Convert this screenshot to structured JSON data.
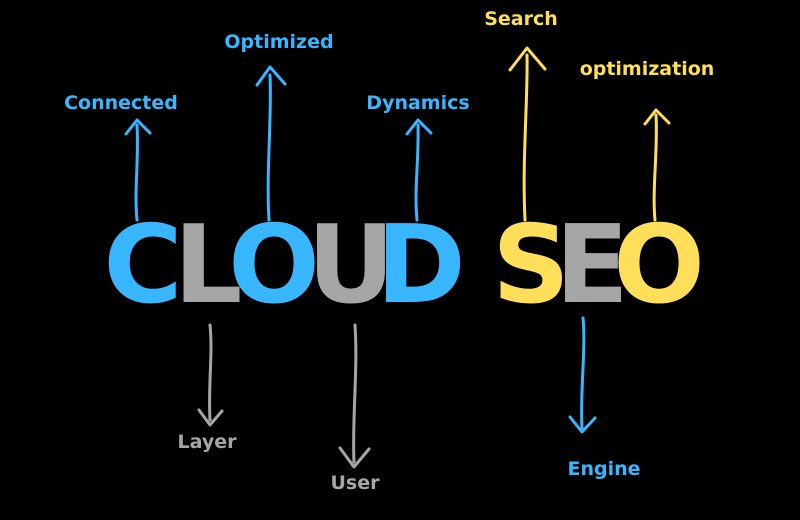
{
  "colors": {
    "background": "#000000",
    "blue": "#38b6ff",
    "gray": "#a6a6a6",
    "yellow": "#ffde59"
  },
  "title": {
    "letters": [
      {
        "char": "C",
        "color": "blue"
      },
      {
        "char": "L",
        "color": "gray"
      },
      {
        "char": "O",
        "color": "blue"
      },
      {
        "char": "U",
        "color": "gray"
      },
      {
        "char": "D",
        "color": "blue"
      },
      {
        "char": "S",
        "color": "yellow"
      },
      {
        "char": "E",
        "color": "gray"
      },
      {
        "char": "O",
        "color": "yellow"
      }
    ]
  },
  "labels": {
    "connected": "Connected",
    "optimized": "Optimized",
    "dynamics": "Dynamics",
    "search": "Search",
    "optimization": "optimization",
    "layer": "Layer",
    "user": "User",
    "engine": "Engine"
  }
}
